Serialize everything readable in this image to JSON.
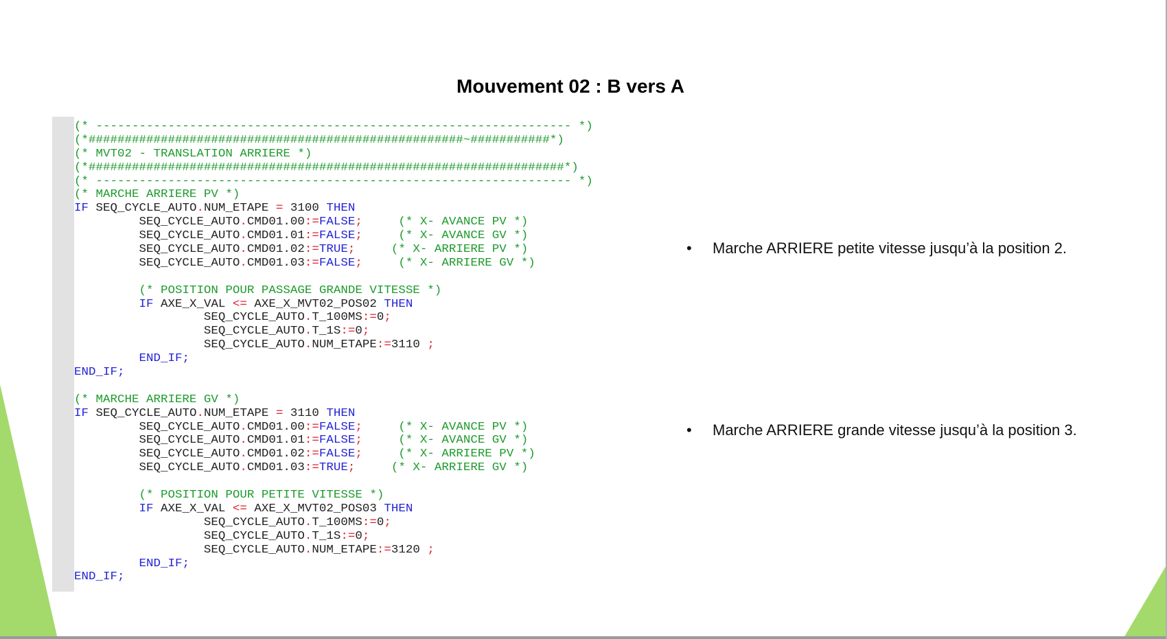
{
  "slide": {
    "title": "Mouvement 02 : B vers A",
    "accent_color": "#a4d96c",
    "bullets": [
      {
        "bullet": "•",
        "text": "Marche ARRIERE petite vitesse jusqu’à la position 2."
      },
      {
        "bullet": "•",
        "text": "Marche ARRIERE grande vitesse jusqu’à la position 3."
      }
    ]
  },
  "code": {
    "colors": {
      "comment": "#1e9b2d",
      "keyword": "#2424d6",
      "operator": "#e0202a",
      "text": "#222222"
    },
    "lines": [
      [
        [
          "c",
          "(* ------------------------------------------------------------------ *)"
        ]
      ],
      [
        [
          "c",
          "(*####################################################~###########*)"
        ]
      ],
      [
        [
          "c",
          "(* MVT02 - TRANSLATION ARRIERE *)"
        ]
      ],
      [
        [
          "c",
          "(*##################################################################*)"
        ]
      ],
      [
        [
          "c",
          "(* ------------------------------------------------------------------ *)"
        ]
      ],
      [
        [
          "c",
          "(* MARCHE ARRIERE PV *)"
        ]
      ],
      [
        [
          "k",
          "IF"
        ],
        [
          "t",
          " SEQ_CYCLE_AUTO"
        ],
        [
          "o",
          "."
        ],
        [
          "t",
          "NUM_ETAPE "
        ],
        [
          "o",
          "="
        ],
        [
          "t",
          " 3100 "
        ],
        [
          "k",
          "THEN"
        ]
      ],
      [
        [
          "t",
          "         SEQ_CYCLE_AUTO"
        ],
        [
          "o",
          "."
        ],
        [
          "t",
          "CMD01.00"
        ],
        [
          "o",
          ":="
        ],
        [
          "k",
          "FALSE"
        ],
        [
          "o",
          ";"
        ],
        [
          "t",
          "     "
        ],
        [
          "c",
          "(* X- AVANCE PV *)"
        ]
      ],
      [
        [
          "t",
          "         SEQ_CYCLE_AUTO"
        ],
        [
          "o",
          "."
        ],
        [
          "t",
          "CMD01.01"
        ],
        [
          "o",
          ":="
        ],
        [
          "k",
          "FALSE"
        ],
        [
          "o",
          ";"
        ],
        [
          "t",
          "     "
        ],
        [
          "c",
          "(* X- AVANCE GV *)"
        ]
      ],
      [
        [
          "t",
          "         SEQ_CYCLE_AUTO"
        ],
        [
          "o",
          "."
        ],
        [
          "t",
          "CMD01.02"
        ],
        [
          "o",
          ":="
        ],
        [
          "k",
          "TRUE"
        ],
        [
          "o",
          ";"
        ],
        [
          "t",
          "     "
        ],
        [
          "c",
          "(* X- ARRIERE PV *)"
        ]
      ],
      [
        [
          "t",
          "         SEQ_CYCLE_AUTO"
        ],
        [
          "o",
          "."
        ],
        [
          "t",
          "CMD01.03"
        ],
        [
          "o",
          ":="
        ],
        [
          "k",
          "FALSE"
        ],
        [
          "o",
          ";"
        ],
        [
          "t",
          "     "
        ],
        [
          "c",
          "(* X- ARRIERE GV *)"
        ]
      ],
      [
        [
          "t",
          ""
        ]
      ],
      [
        [
          "t",
          "         "
        ],
        [
          "c",
          "(* POSITION POUR PASSAGE GRANDE VITESSE *)"
        ]
      ],
      [
        [
          "t",
          "         "
        ],
        [
          "k",
          "IF"
        ],
        [
          "t",
          " AXE_X_VAL "
        ],
        [
          "o",
          "<="
        ],
        [
          "t",
          " AXE_X_MVT02_POS02 "
        ],
        [
          "k",
          "THEN"
        ]
      ],
      [
        [
          "t",
          "                  SEQ_CYCLE_AUTO"
        ],
        [
          "o",
          "."
        ],
        [
          "t",
          "T_100MS"
        ],
        [
          "o",
          ":="
        ],
        [
          "t",
          "0"
        ],
        [
          "o",
          ";"
        ]
      ],
      [
        [
          "t",
          "                  SEQ_CYCLE_AUTO"
        ],
        [
          "o",
          "."
        ],
        [
          "t",
          "T_1S"
        ],
        [
          "o",
          ":="
        ],
        [
          "t",
          "0"
        ],
        [
          "o",
          ";"
        ]
      ],
      [
        [
          "t",
          "                  SEQ_CYCLE_AUTO"
        ],
        [
          "o",
          "."
        ],
        [
          "t",
          "NUM_ETAPE"
        ],
        [
          "o",
          ":="
        ],
        [
          "t",
          "3110 "
        ],
        [
          "o",
          ";"
        ]
      ],
      [
        [
          "t",
          "         "
        ],
        [
          "k",
          "END_IF;"
        ]
      ],
      [
        [
          "k",
          "END_IF;"
        ]
      ],
      [
        [
          "t",
          ""
        ]
      ],
      [
        [
          "c",
          "(* MARCHE ARRIERE GV *)"
        ]
      ],
      [
        [
          "k",
          "IF"
        ],
        [
          "t",
          " SEQ_CYCLE_AUTO"
        ],
        [
          "o",
          "."
        ],
        [
          "t",
          "NUM_ETAPE "
        ],
        [
          "o",
          "="
        ],
        [
          "t",
          " 3110 "
        ],
        [
          "k",
          "THEN"
        ]
      ],
      [
        [
          "t",
          "         SEQ_CYCLE_AUTO"
        ],
        [
          "o",
          "."
        ],
        [
          "t",
          "CMD01.00"
        ],
        [
          "o",
          ":="
        ],
        [
          "k",
          "FALSE"
        ],
        [
          "o",
          ";"
        ],
        [
          "t",
          "     "
        ],
        [
          "c",
          "(* X- AVANCE PV *)"
        ]
      ],
      [
        [
          "t",
          "         SEQ_CYCLE_AUTO"
        ],
        [
          "o",
          "."
        ],
        [
          "t",
          "CMD01.01"
        ],
        [
          "o",
          ":="
        ],
        [
          "k",
          "FALSE"
        ],
        [
          "o",
          ";"
        ],
        [
          "t",
          "     "
        ],
        [
          "c",
          "(* X- AVANCE GV *)"
        ]
      ],
      [
        [
          "t",
          "         SEQ_CYCLE_AUTO"
        ],
        [
          "o",
          "."
        ],
        [
          "t",
          "CMD01.02"
        ],
        [
          "o",
          ":="
        ],
        [
          "k",
          "FALSE"
        ],
        [
          "o",
          ";"
        ],
        [
          "t",
          "     "
        ],
        [
          "c",
          "(* X- ARRIERE PV *)"
        ]
      ],
      [
        [
          "t",
          "         SEQ_CYCLE_AUTO"
        ],
        [
          "o",
          "."
        ],
        [
          "t",
          "CMD01.03"
        ],
        [
          "o",
          ":="
        ],
        [
          "k",
          "TRUE"
        ],
        [
          "o",
          ";"
        ],
        [
          "t",
          "     "
        ],
        [
          "c",
          "(* X- ARRIERE GV *)"
        ]
      ],
      [
        [
          "t",
          ""
        ]
      ],
      [
        [
          "t",
          "         "
        ],
        [
          "c",
          "(* POSITION POUR PETITE VITESSE *)"
        ]
      ],
      [
        [
          "t",
          "         "
        ],
        [
          "k",
          "IF"
        ],
        [
          "t",
          " AXE_X_VAL "
        ],
        [
          "o",
          "<="
        ],
        [
          "t",
          " AXE_X_MVT02_POS03 "
        ],
        [
          "k",
          "THEN"
        ]
      ],
      [
        [
          "t",
          "                  SEQ_CYCLE_AUTO"
        ],
        [
          "o",
          "."
        ],
        [
          "t",
          "T_100MS"
        ],
        [
          "o",
          ":="
        ],
        [
          "t",
          "0"
        ],
        [
          "o",
          ";"
        ]
      ],
      [
        [
          "t",
          "                  SEQ_CYCLE_AUTO"
        ],
        [
          "o",
          "."
        ],
        [
          "t",
          "T_1S"
        ],
        [
          "o",
          ":="
        ],
        [
          "t",
          "0"
        ],
        [
          "o",
          ";"
        ]
      ],
      [
        [
          "t",
          "                  SEQ_CYCLE_AUTO"
        ],
        [
          "o",
          "."
        ],
        [
          "t",
          "NUM_ETAPE"
        ],
        [
          "o",
          ":="
        ],
        [
          "t",
          "3120 "
        ],
        [
          "o",
          ";"
        ]
      ],
      [
        [
          "t",
          "         "
        ],
        [
          "k",
          "END_IF;"
        ]
      ],
      [
        [
          "k",
          "END_IF;"
        ]
      ]
    ]
  }
}
